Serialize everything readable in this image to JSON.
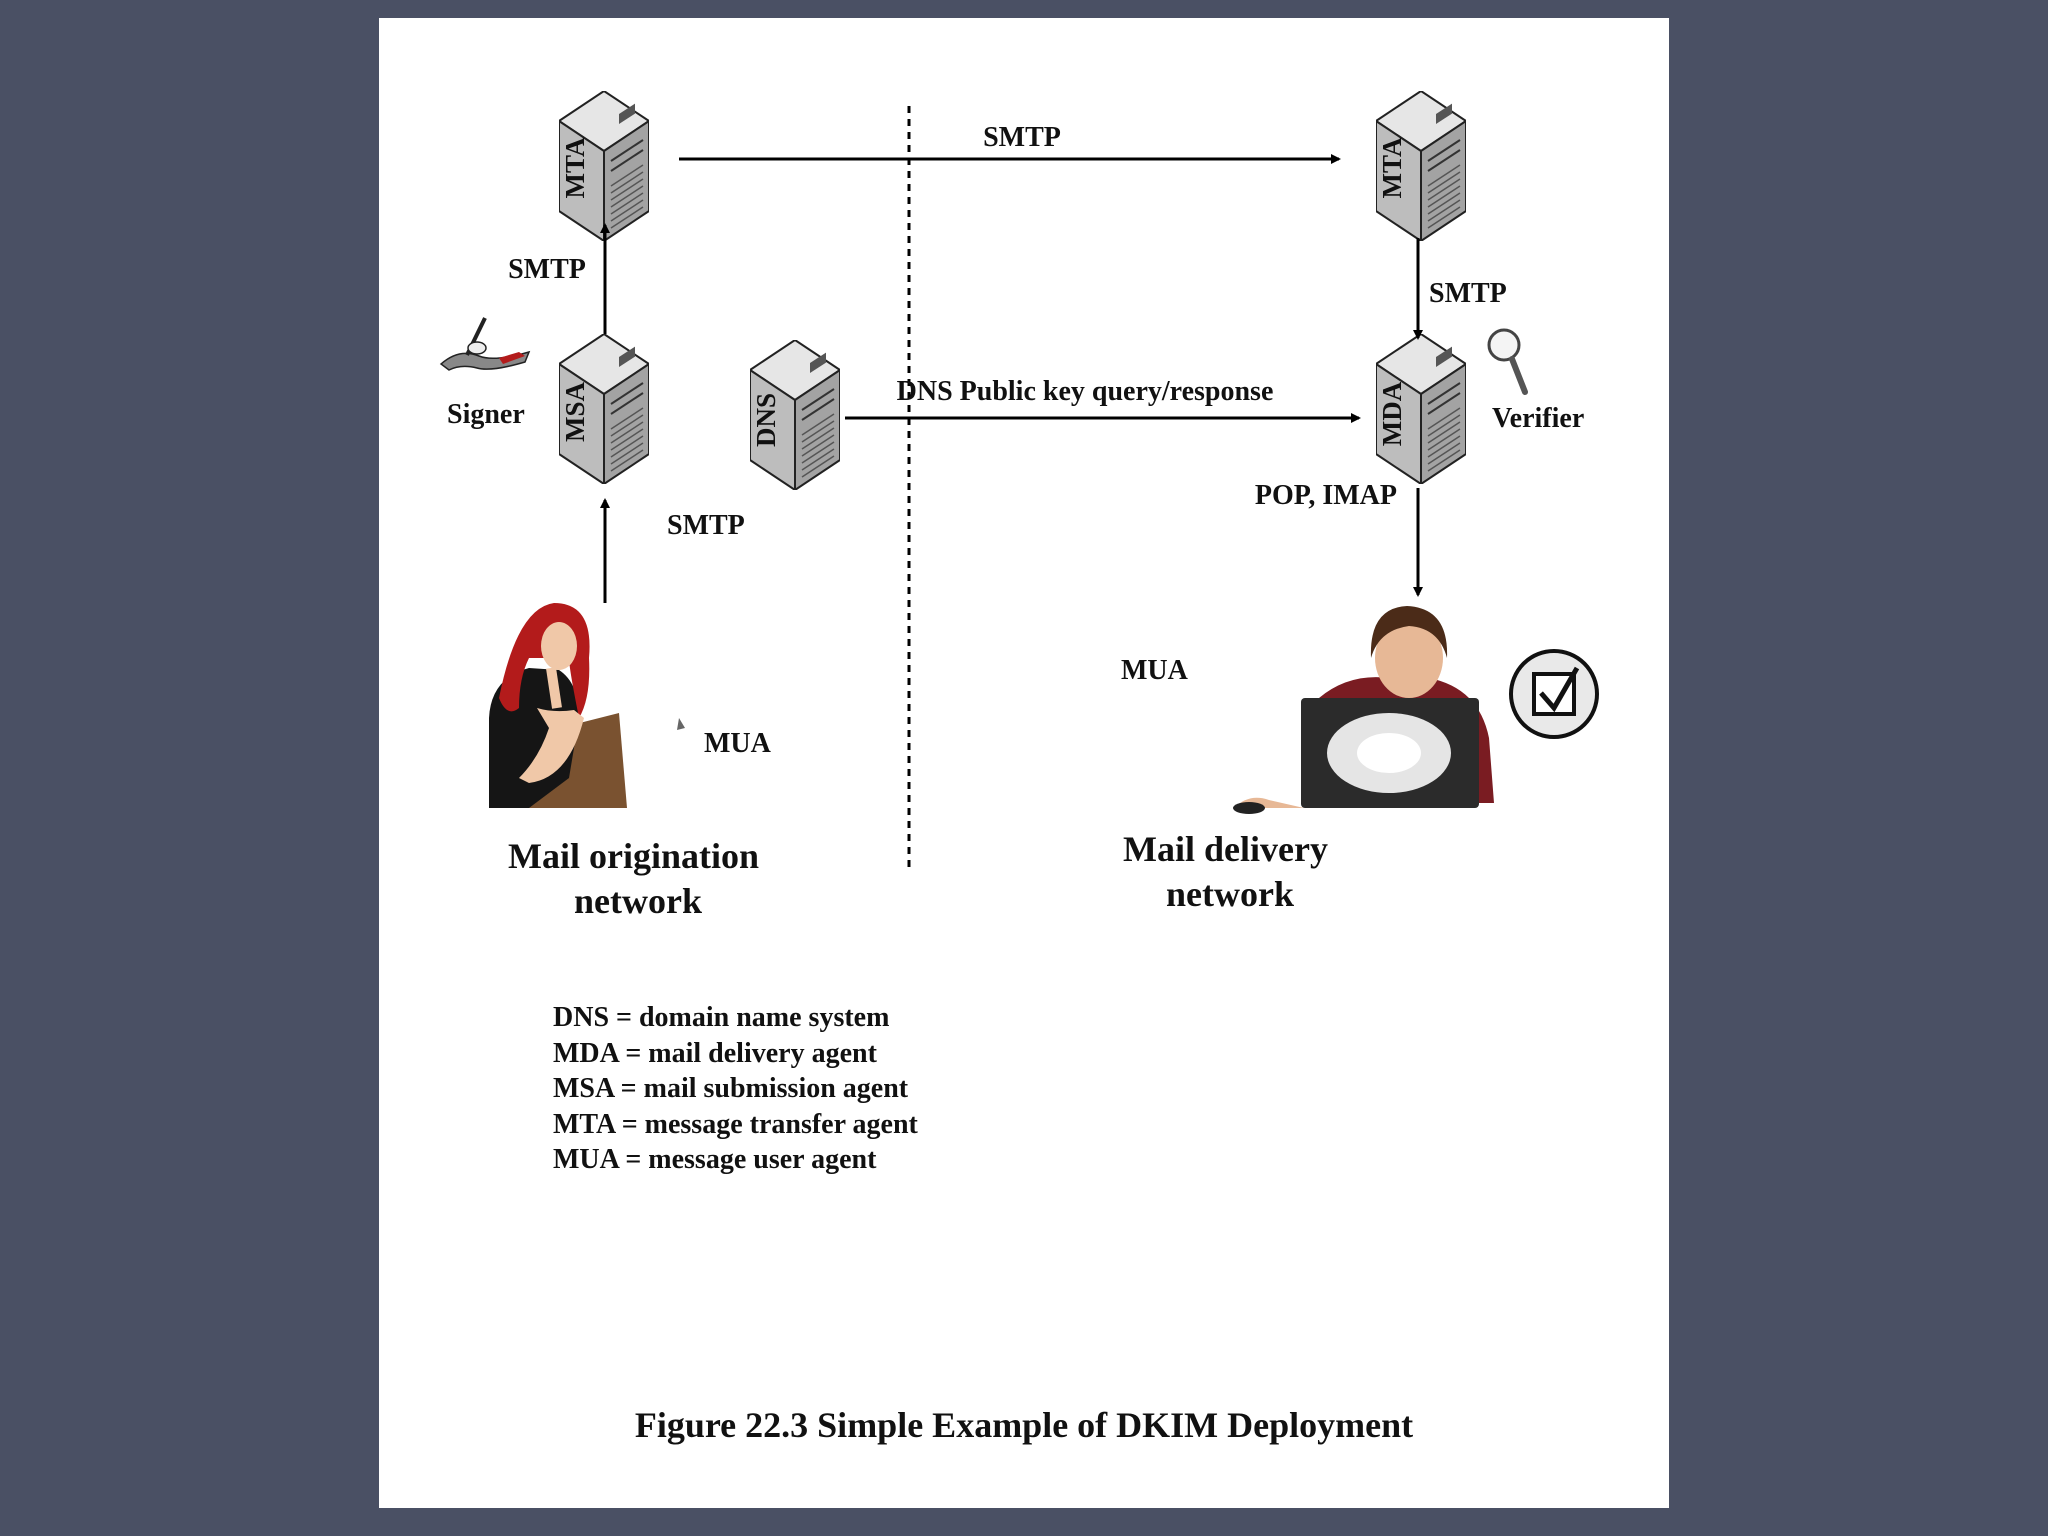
{
  "labels": {
    "smtp_top": "SMTP",
    "smtp_left_upper": "SMTP",
    "smtp_left_lower": "SMTP",
    "smtp_right": "SMTP",
    "dns_query": "DNS Public key query/response",
    "pop_imap": "POP, IMAP",
    "signer": "Signer",
    "verifier": "Verifier",
    "mua_left": "MUA",
    "mua_right": "MUA"
  },
  "servers": {
    "mta_left": "MTA",
    "msa": "MSA",
    "dns": "DNS",
    "mta_right": "MTA",
    "mda": "MDA"
  },
  "networks": {
    "origination": [
      "Mail origination",
      "network"
    ],
    "delivery": [
      "Mail delivery",
      "network"
    ]
  },
  "legend": [
    "DNS = domain name system",
    "MDA = mail delivery agent",
    "MSA = mail submission agent",
    "MTA = message transfer agent",
    "MUA = message user agent"
  ],
  "caption": "Figure 22.3  Simple Example of DKIM Deployment",
  "colors": {
    "background": "#4a5064",
    "page": "#ffffff",
    "server": "#b9b9b9",
    "hair": "#b31b1b"
  }
}
